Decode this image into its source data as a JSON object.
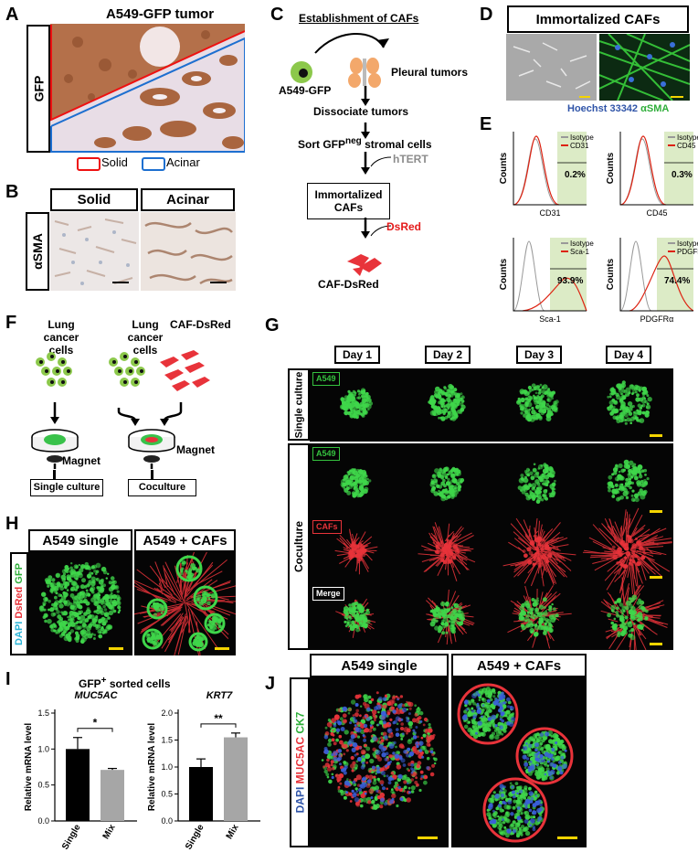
{
  "panels": {
    "A": "A",
    "B": "B",
    "C": "C",
    "D": "D",
    "E": "E",
    "F": "F",
    "G": "G",
    "H": "H",
    "I": "I",
    "J": "J"
  },
  "a": {
    "title": "A549-GFP tumor",
    "side": "GFP",
    "legend_solid": "Solid",
    "legend_acinar": "Acinar"
  },
  "b": {
    "side": "αSMA",
    "col1": "Solid",
    "col2": "Acinar"
  },
  "c": {
    "title": "Establishment of CAFs",
    "cells": "A549-GFP",
    "tumors": "Pleural tumors",
    "step1": "Dissociate tumors",
    "step2_pre": "Sort GFP",
    "step2_sup": "neg",
    "step2_post": " stromal cells",
    "htert": "hTERT",
    "immortal": "Immortalized CAFs",
    "dsred": "DsRed",
    "caf_dsred": "CAF-DsRed"
  },
  "d": {
    "title": "Immortalized CAFs",
    "stain1": "Hoechst 33342",
    "stain2": "αSMA"
  },
  "e": {
    "ylabel": "Counts",
    "isotype": "Isotype",
    "plots": [
      {
        "marker": "CD31",
        "pct": "0.2%"
      },
      {
        "marker": "CD45",
        "pct": "0.3%"
      },
      {
        "marker": "Sca-1",
        "pct": "93.9%"
      },
      {
        "marker": "PDGFRα",
        "pct": "74.4%"
      }
    ]
  },
  "f": {
    "lung1": "Lung cancer cells",
    "lung2": "Lung cancer cells",
    "caf": "CAF-DsRed",
    "magnet1": "Magnet",
    "magnet2": "Magnet",
    "single": "Single culture",
    "co": "Coculture"
  },
  "g": {
    "days": [
      "Day 1",
      "Day 2",
      "Day 3",
      "Day 4"
    ],
    "row_single": "Single culture",
    "row_co": "Coculture",
    "tag_a549": "A549",
    "tag_a549b": "A549",
    "tag_cafs": "CAFs",
    "tag_merge": "Merge"
  },
  "h": {
    "col1": "A549 single",
    "col2": "A549 + CAFs",
    "side_dapi": "DAPI",
    "side_dsred": "DsRed",
    "side_gfp": "GFP"
  },
  "i": {
    "title_pre": "GFP",
    "title_sup": "+",
    "title_post": " sorted cells",
    "ylabel": "Relative mRNA level"
  },
  "j": {
    "col1": "A549 single",
    "col2": "A549 + CAFs",
    "side_dapi": "DAPI",
    "side_muc": "MUC5AC",
    "side_ck7": "CK7"
  },
  "chart_data": [
    {
      "type": "bar",
      "title": "MUC5AC",
      "categories": [
        "Single",
        "Mix"
      ],
      "values": [
        1.0,
        0.71
      ],
      "errors": [
        0.16,
        0.02
      ],
      "ylabel": "Relative mRNA level",
      "ylim": [
        0,
        1.5
      ],
      "yticks": [
        "0.0",
        "0.5",
        "1.0",
        "1.5"
      ],
      "significance": "*",
      "colors": [
        "#000000",
        "#a6a6a6"
      ]
    },
    {
      "type": "bar",
      "title": "KRT7",
      "categories": [
        "Single",
        "Mix"
      ],
      "values": [
        1.0,
        1.55
      ],
      "errors": [
        0.15,
        0.08
      ],
      "ylabel": "Relative mRNA level",
      "ylim": [
        0,
        2.0
      ],
      "yticks": [
        "0.0",
        "0.5",
        "1.0",
        "1.5",
        "2.0"
      ],
      "significance": "**",
      "colors": [
        "#000000",
        "#a6a6a6"
      ]
    }
  ]
}
